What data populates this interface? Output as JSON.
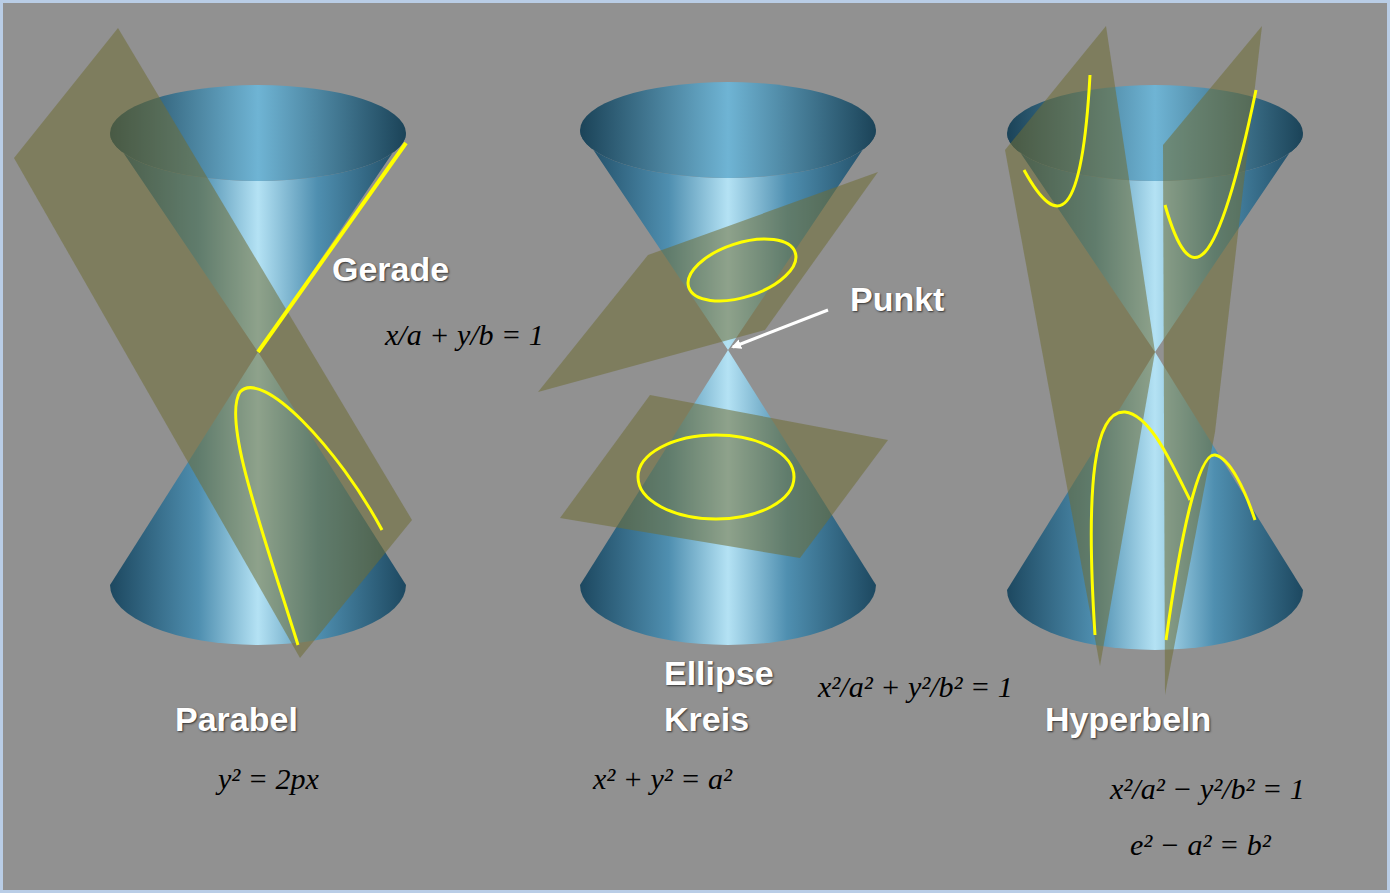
{
  "diagram": {
    "labels": [
      "Gerade",
      "x/a + y/b = 1",
      "Punkt",
      "Ellipse",
      "x²/a² + y²/b² = 1",
      "Kreis",
      "Parabel",
      "y² = 2px",
      "x² + y² = a²",
      "Hyperbeln",
      "x²/a² − y²/b² = 1",
      "e² − a² = b²"
    ]
  }
}
